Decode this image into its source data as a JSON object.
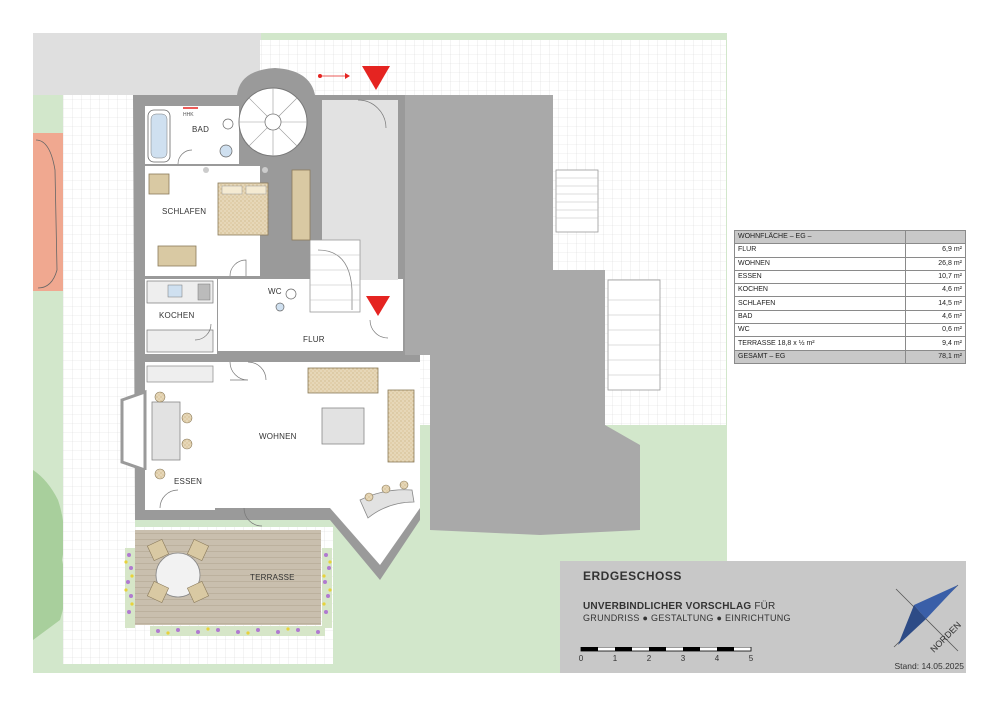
{
  "rooms": {
    "bad": "BAD",
    "schlafen": "SCHLAFEN",
    "wc": "WC",
    "kochen": "KOCHEN",
    "flur": "FLUR",
    "wohnen": "WOHNEN",
    "essen": "ESSEN",
    "terrasse": "TERRASSE",
    "hhk": "HHK"
  },
  "area_table": {
    "header": "WOHNFLÄCHE – EG –",
    "rows": [
      {
        "label": "FLUR",
        "value": "6,9 m²"
      },
      {
        "label": "WOHNEN",
        "value": "26,8 m²"
      },
      {
        "label": "ESSEN",
        "value": "10,7 m²"
      },
      {
        "label": "KOCHEN",
        "value": "4,6 m²"
      },
      {
        "label": "SCHLAFEN",
        "value": "14,5 m²"
      },
      {
        "label": "BAD",
        "value": "4,6 m²"
      },
      {
        "label": "WC",
        "value": "0,6 m²"
      },
      {
        "label": "TERRASSE  18,8 x ½ m²",
        "value": "9,4 m²"
      }
    ],
    "total": {
      "label": "GESAMT – EG",
      "value": "78,1 m²"
    }
  },
  "title_block": {
    "title": "ERDGESCHOSS",
    "subtitle_bold": "UNVERBINDLICHER VORSCHLAG",
    "subtitle_rest": " FÜR",
    "subtitle2": "GRUNDRISS ● GESTALTUNG ● EINRICHTUNG",
    "scale_labels": [
      "0",
      "1",
      "2",
      "3",
      "4",
      "5"
    ],
    "north_label": "NORDEN",
    "stand": "Stand: 14.05.2025"
  },
  "colors": {
    "wall": "#9a9a9a",
    "neighbor_building": "#a8a8a8",
    "grass": "#d2e7cb",
    "tile_grid": "#dcdcdc",
    "marker": "#e52421",
    "car_area": "#f0a890",
    "panel": "#c8c8c8"
  }
}
